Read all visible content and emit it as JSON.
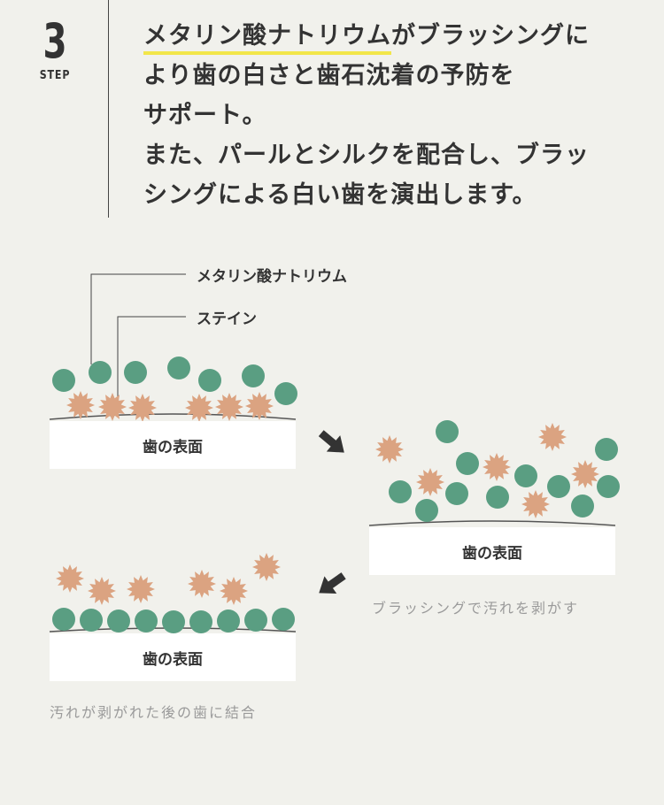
{
  "step": {
    "number": "3",
    "label": "STEP"
  },
  "heading": {
    "highlight": "メタリン酸ナトリウム",
    "line1_rest": "がブラッシングに",
    "line2": "より歯の白さと歯石沈着の予防を",
    "line3": "サポート。",
    "line4": "また、パールとシルクを配合し、ブラッ",
    "line5": "シングによる白い歯を演出します。"
  },
  "legend": {
    "metaphosphate": "メタリン酸ナトリウム",
    "stain": "ステイン"
  },
  "stages": {
    "surface_label": "歯の表面",
    "caption_brushing": "ブラッシングで汚れを剥がす",
    "caption_bonded": "汚れが剥がれた後の歯に結合"
  },
  "colors": {
    "background": "#f1f1ec",
    "metaphosphate": "#5a9e82",
    "stain": "#dba381",
    "arrow": "#333333",
    "highlight": "#f2e64a"
  },
  "icons": {
    "arrow": "diagonal-arrow-icon"
  }
}
